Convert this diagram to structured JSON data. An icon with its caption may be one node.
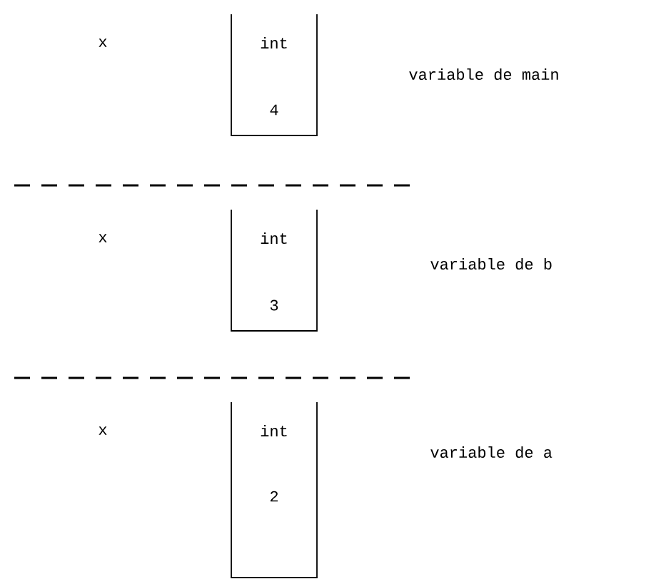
{
  "diagram": {
    "nodes": [
      {
        "text": [
          "int",
          "4"
        ]
      },
      {
        "text": [
          "int",
          "3"
        ]
      },
      {
        "text": [
          "int",
          "2"
        ]
      }
    ],
    "labels": [
      "x",
      "variable de main",
      "x",
      "variable de b",
      "x",
      "variable de a"
    ]
  }
}
